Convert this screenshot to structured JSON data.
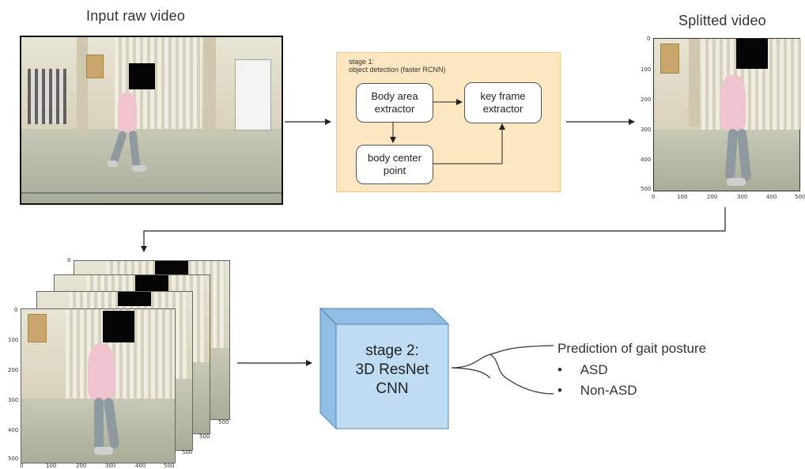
{
  "titles": {
    "input": "Input raw video",
    "split": "Splitted video"
  },
  "stage1": {
    "label_line1": "stage 1:",
    "label_line2": "object detection  (faster RCNN)",
    "nodes": {
      "body_area": [
        "Body area",
        "extractor"
      ],
      "key_frame": [
        "key frame",
        "extractor"
      ],
      "body_center": [
        "body center",
        "point"
      ]
    },
    "fill": "#fde7c2",
    "border": "#f2c77e"
  },
  "stage2": {
    "line1": "stage 2:",
    "line2": "3D ResNet",
    "line3": "CNN",
    "front_color": "#bfdcf2",
    "side_color": "#8fbde3",
    "edge_color": "#5a86b4"
  },
  "prediction": {
    "title": "Prediction of gait posture",
    "items": [
      "ASD",
      "Non-ASD"
    ],
    "bullet": "•"
  },
  "axes": {
    "split_y": [
      "0",
      "100",
      "200",
      "300",
      "400",
      "500"
    ],
    "split_x": [
      "0",
      "100",
      "200",
      "300",
      "400",
      "500"
    ],
    "stack_y": [
      "0",
      "100",
      "200",
      "300",
      "400",
      "500"
    ],
    "stack_x": [
      "0",
      "100",
      "200",
      "300",
      "400",
      "500"
    ],
    "stack_back_labels": [
      "0",
      "500",
      "500",
      "500"
    ]
  }
}
